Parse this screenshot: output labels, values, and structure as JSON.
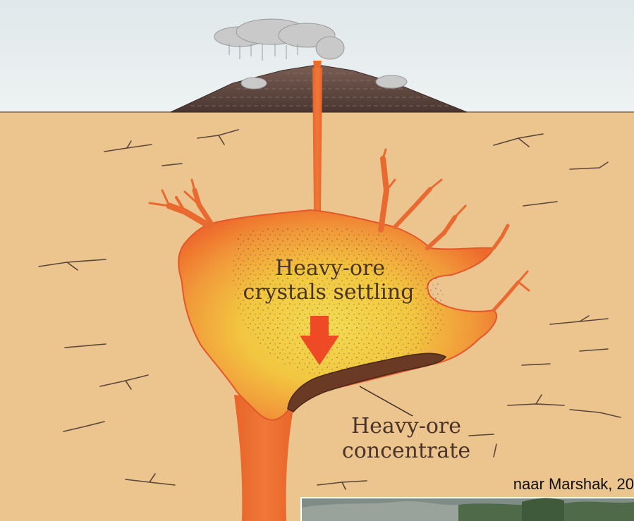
{
  "labels": {
    "settling_line1": "Heavy-ore",
    "settling_line2": "crystals settling",
    "concentrate_line1": "Heavy-ore",
    "concentrate_line2": "concentrate",
    "credit": "naar Marshak, 20"
  },
  "colors": {
    "sky": "#e3ebed",
    "ground": "#ecc48e",
    "magma_edge": "#ee6a2c",
    "magma_core": "#f2d24a",
    "ore": "#6b3a24",
    "arrow": "#ef4a26",
    "volcano": "#5e4740"
  }
}
